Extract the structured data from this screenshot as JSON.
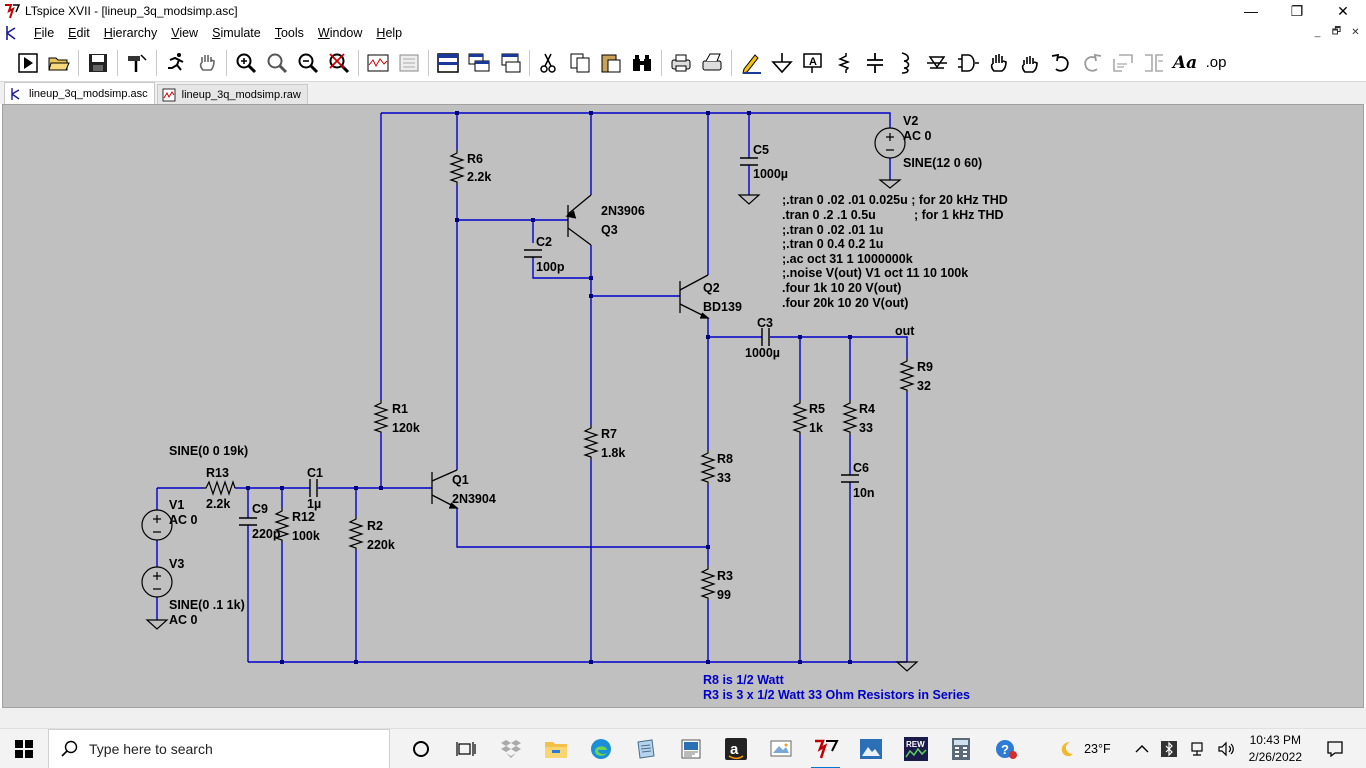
{
  "window": {
    "title": "LTspice XVII - [lineup_3q_modsimp.asc]",
    "controls": {
      "minimize": "—",
      "maximize": "❐",
      "close": "✕"
    }
  },
  "menu": {
    "items": [
      {
        "first": "F",
        "rest": "ile"
      },
      {
        "first": "E",
        "rest": "dit"
      },
      {
        "first": "H",
        "rest": "ierarchy"
      },
      {
        "first": "V",
        "rest": "iew"
      },
      {
        "first": "S",
        "rest": "imulate"
      },
      {
        "first": "T",
        "rest": "ools"
      },
      {
        "first": "W",
        "rest": "indow"
      },
      {
        "first": "H",
        "rest": "elp"
      }
    ],
    "mdi_controls": {
      "minimize": "_",
      "restore": "🗗",
      "close": "✕"
    }
  },
  "tabs": [
    {
      "label": "lineup_3q_modsimp.asc",
      "active": true
    },
    {
      "label": "lineup_3q_modsimp.raw",
      "active": false
    }
  ],
  "toolbar": {
    "aa_label": "Aa",
    "op_label": ".op"
  },
  "schematic": {
    "wire_color": "#0000c8",
    "node_color": "#000080",
    "text_color": "#000000",
    "note_color": "#0000c8",
    "components": {
      "r6": {
        "name": "R6",
        "value": "2.2k"
      },
      "q3": {
        "name": "Q3",
        "model": "2N3906"
      },
      "c2": {
        "name": "C2",
        "value": "100p"
      },
      "c5": {
        "name": "C5",
        "value": "1000µ"
      },
      "v2": {
        "name": "V2",
        "ac": "AC 0",
        "source": "SINE(12 0 60)"
      },
      "q2": {
        "name": "Q2",
        "model": "BD139"
      },
      "c3": {
        "name": "C3",
        "value": "1000µ"
      },
      "out_label": "out",
      "r9": {
        "name": "R9",
        "value": "32"
      },
      "r5": {
        "name": "R5",
        "value": "1k"
      },
      "r4": {
        "name": "R4",
        "value": "33"
      },
      "c6": {
        "name": "C6",
        "value": "10n"
      },
      "r1": {
        "name": "R1",
        "value": "120k"
      },
      "r7": {
        "name": "R7",
        "value": "1.8k"
      },
      "r8": {
        "name": "R8",
        "value": "33"
      },
      "r3": {
        "name": "R3",
        "value": "99"
      },
      "q1": {
        "name": "Q1",
        "model": "2N3904"
      },
      "c1": {
        "name": "C1",
        "value": "1µ"
      },
      "r13": {
        "name": "R13",
        "value": "2.2k"
      },
      "r13_source": "SINE(0 0 19k)",
      "v1": {
        "name": "V1",
        "ac": "AC 0"
      },
      "c9": {
        "name": "C9",
        "value": "220p"
      },
      "r12": {
        "name": "R12",
        "value": "100k"
      },
      "r2": {
        "name": "R2",
        "value": "220k"
      },
      "v3": {
        "name": "V3",
        "source": "SINE(0 .1 1k)",
        "ac": "AC 0"
      }
    },
    "directives": [
      ";.tran 0 .02 .01 0.025u ; for 20 kHz THD",
      ".tran 0 .2 .1 0.5u           ; for 1 kHz THD",
      ";.tran 0 .02 .01 1u",
      ";.tran 0 0.4 0.2 1u",
      ";.ac oct 31 1 1000000k",
      ";.noise V(out) V1 oct 11 10 100k",
      ".four 1k 10 20 V(out)",
      ".four 20k 10 20 V(out)"
    ],
    "notes": [
      "R8 is 1/2 Watt",
      "R3 is 3 x 1/2 Watt 33 Ohm Resistors in Series"
    ]
  },
  "taskbar": {
    "search_placeholder": "Type here to search",
    "weather": "23°F",
    "time": "10:43 PM",
    "date": "2/26/2022"
  }
}
